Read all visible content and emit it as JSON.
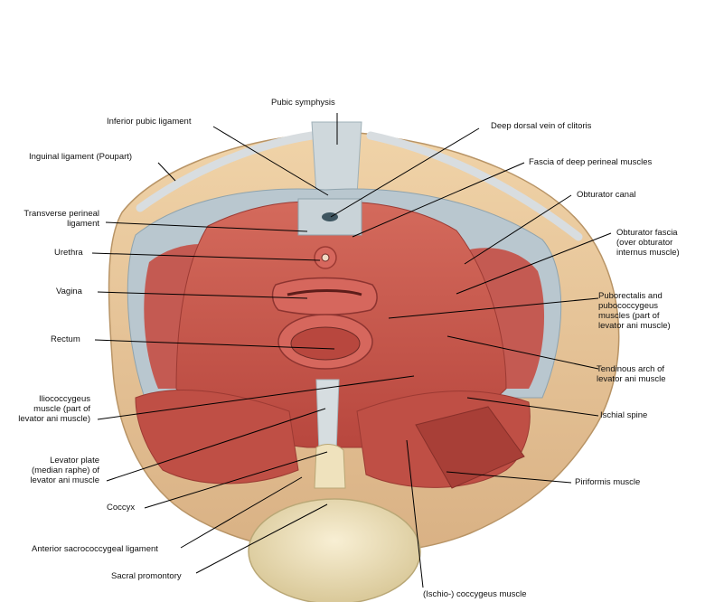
{
  "labels": {
    "pubic_symphysis": "Pubic symphysis",
    "inferior_pubic_ligament": "Inferior pubic ligament",
    "deep_dorsal_vein": "Deep dorsal vein of clitoris",
    "inguinal_ligament": "Inguinal ligament (Poupart)",
    "fascia_deep_perineal": "Fascia of deep perineal muscles",
    "obturator_canal": "Obturator canal",
    "transverse_perineal": "Transverse perineal\nligament",
    "obturator_fascia": "Obturator fascia\n(over obturator\ninternus muscle)",
    "urethra": "Urethra",
    "vagina": "Vagina",
    "puborectalis": "Puborectalis and\npubococcygeus\nmuscles (part of\nlevator ani muscle)",
    "rectum": "Rectum",
    "tendinous_arch": "Tendinous arch of\nlevator ani muscle",
    "iliococcygeus": "Iliococcygeus\nmuscle (part of\nlevator ani muscle)",
    "ischial_spine": "Ischial spine",
    "levator_plate": "Levator plate\n(median raphe) of\nlevator ani muscle",
    "piriformis": "Piriformis muscle",
    "coccyx": "Coccyx",
    "anterior_sacrococcygeal": "Anterior sacrococcygeal ligament",
    "sacral_promontory": "Sacral promontory",
    "ischio_coccygeus": "(Ischio-) coccygeus muscle"
  },
  "colors": {
    "skin": "#e7c79a",
    "muscle": "#c8554a",
    "muscle_dark": "#a03a33",
    "fascia": "#b9c7cf",
    "bone": "#efe2bd",
    "leader": "#000000"
  }
}
